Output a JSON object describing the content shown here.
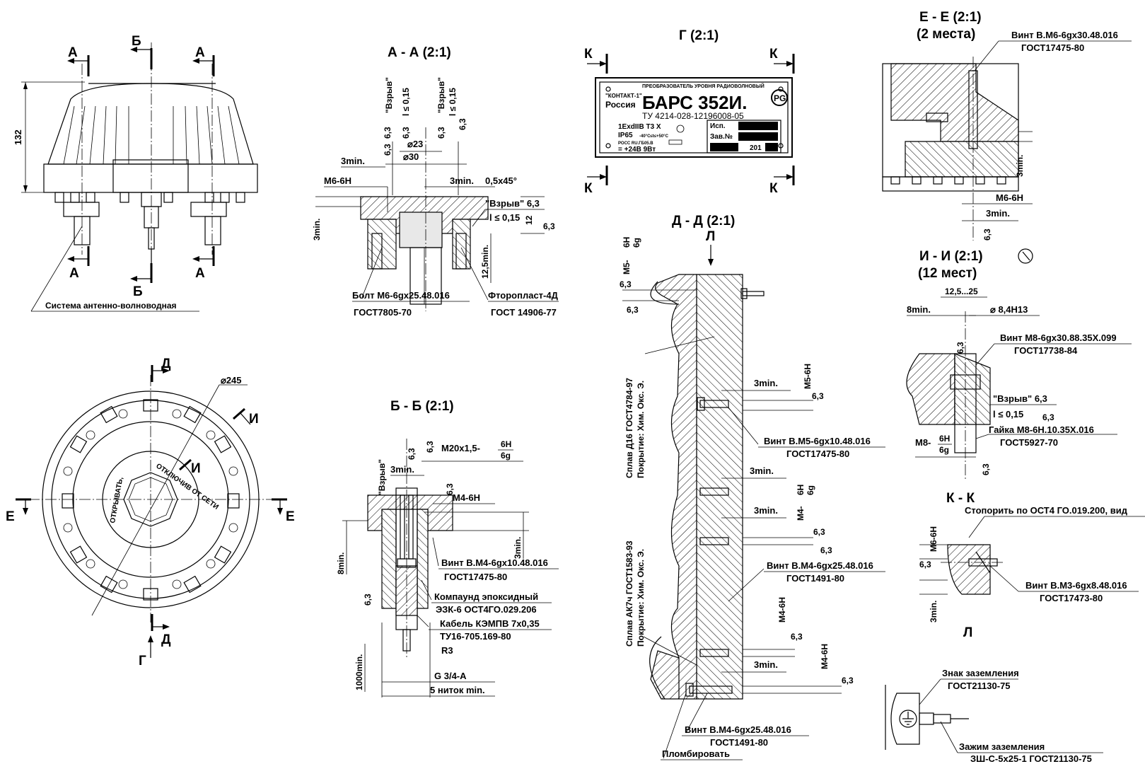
{
  "views": {
    "aa": {
      "title": "А - А (2:1)"
    },
    "bb": {
      "title": "Б - Б (2:1)"
    },
    "g": {
      "title": "Г (2:1)"
    },
    "dd": {
      "title": "Д - Д (2:1)"
    },
    "ee": {
      "title": "Е - Е (2:1)",
      "subtitle": "(2 места)"
    },
    "ii": {
      "title": "И - И (2:1)",
      "subtitle": "(12 мест)"
    },
    "kk": {
      "title": "К - К"
    },
    "l": {
      "title": "Л"
    }
  },
  "section_marks": {
    "a": "А",
    "b": "Б",
    "g": "Г",
    "d": "Д",
    "e": "Е",
    "i": "И",
    "k": "К",
    "l": "Л"
  },
  "side_view": {
    "height_dim": "132",
    "label": "Система антенно-волноводная"
  },
  "top_view": {
    "diameter": "⌀245",
    "marking": "ОТКЛЮЧИВ ОТ СЕТИ",
    "marking2": "ОТКРЫВАТЬ,"
  },
  "aa_labels": {
    "r63": "6,3",
    "vzryv": "\"Взрыв\"",
    "l015": "l ≤ 0,15",
    "d23": "⌀23",
    "d30": "⌀30",
    "min3": "3min.",
    "m6": "M6-6H",
    "chamfer": "0,5x45°",
    "vzryv63": "\"Взрыв\" 6,3",
    "l015b": "l ≤ 0,15",
    "d12": "12",
    "r63b": "6,3",
    "min125": "12,5min.",
    "bolt": "Болт M6-6gx25.48.016",
    "bolt_std": "ГОСТ7805-70",
    "ftor": "Фторопласт-4Д",
    "ftor_std": "ГОСТ 14906-77"
  },
  "bb_labels": {
    "r63": "6,3",
    "vzryv": "\"Взрыв\"",
    "min3": "3min.",
    "m20": "M20x1,5-",
    "m20a": "6H",
    "m20b": "6g",
    "m4": "M4-6H",
    "min8": "8min.",
    "vint": "Винт В.M4-6gx10.48.016",
    "vint_std": "ГОСТ17475-80",
    "comp": "Компаунд эпоксидный",
    "comp2": "ЭЗК-6 ОСТ4ГО.029.206",
    "cable": "Кабель КЭМПВ 7x0,35",
    "cable2": "ТУ16-705.169-80",
    "r3": "R3",
    "min1000": "1000min.",
    "g34": "G 3/4-A",
    "nitok": "5 ниток min."
  },
  "plate": {
    "maker": "\"КОНТАКТ-1\"",
    "country": "Россия",
    "heading": "ПРЕОБРАЗОВАТЕЛЬ УРОВНЯ РАДИОВОЛНОВЫЙ",
    "model": "БАРС 352И.",
    "tu": "ТУ 4214-028-12196008-05",
    "ex": "1ExdIIB T3 X",
    "ip": "IP65",
    "temp": "-40°C≤t≤+50°C",
    "cert": "РОСС RU.ГБ05.В",
    "power": "= +24В  9Вт",
    "isp": "Исп.",
    "zav": "Зав.№",
    "year": "201"
  },
  "dd_labels": {
    "m5": "M5-",
    "m5a": "6H",
    "m5b": "6g",
    "r63": "6,3",
    "alloy1": "Сплав Д16  ГОСТ4784-97",
    "coat1": "Покрытие: Хим. Окс. Э.",
    "alloy2": "Сплав АК7ч ГОСТ1583-93",
    "coat2": "Покрытие: Хим. Окс. Э.",
    "min3": "3min.",
    "m5h": "M5-6H",
    "vint_m5": "Винт В.M5-6gx10.48.016",
    "vint_m5_std": "ГОСТ17475-80",
    "m4": "M4-",
    "m4a": "6H",
    "m4b": "6g",
    "vint_m4": "Винт В.M4-6gx25.48.016",
    "vint_m4_std": "ГОСТ1491-80",
    "m4h": "M4-6H",
    "vint_m4b": "Винт В.M4-6gx25.48.016",
    "vint_m4b_std": "ГОСТ1491-80",
    "seal": "Пломбировать"
  },
  "ee_labels": {
    "vint": "Винт В.M6-6gx30.48.016",
    "vint_std": "ГОСТ17475-80",
    "min3": "3min.",
    "m6": "M6-6H",
    "min3b": "3min.",
    "r63": "6,3"
  },
  "ii_labels": {
    "dim": "12,5...25",
    "min8": "8min.",
    "hole": "⌀ 8,4H13",
    "r63": "6,3",
    "vint": "Винт M8-6gx30.88.35X.099",
    "vint_std": "ГОСТ17738-84",
    "vzryv": "\"Взрыв\" 6,3",
    "l015": "l ≤ 0,15",
    "r63b": "6,3",
    "nut": "Гайка M8-6H.10.35X.016",
    "nut_std": "ГОСТ5927-70",
    "m8": "M8-",
    "m8a": "6H",
    "m8b": "6g",
    "r63c": "6,3"
  },
  "kk_labels": {
    "stop": "Стопорить по ОСТ4 ГО.019.200, вид",
    "m6": "M6-6H",
    "r63": "6,3",
    "min3": "3min.",
    "vint": "Винт В.M3-6gx8.48.016",
    "vint_std": "ГОСТ17473-80"
  },
  "l_labels": {
    "sign": "Знак заземления",
    "sign_std": "ГОСТ21130-75",
    "clamp": "Зажим заземления",
    "clamp_std": "ЗШ-С-5x25-1 ГОСТ21130-75"
  }
}
